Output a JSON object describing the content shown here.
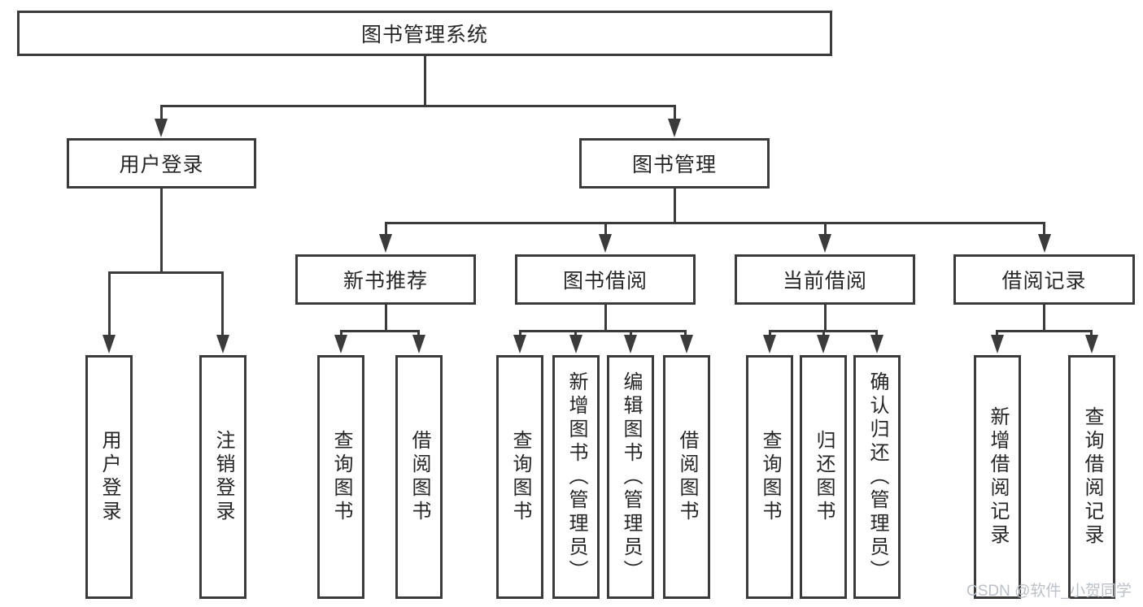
{
  "tree": {
    "root": "图书管理系统",
    "branches": [
      {
        "label": "用户登录",
        "children": [
          "用户登录",
          "注销登录"
        ]
      },
      {
        "label": "图书管理",
        "children": [
          {
            "label": "新书推荐",
            "children": [
              "查询图书",
              "借阅图书"
            ]
          },
          {
            "label": "图书借阅",
            "children": [
              "查询图书",
              "新增图书（管理员）",
              "编辑图书（管理员）",
              "借阅图书"
            ]
          },
          {
            "label": "当前借阅",
            "children": [
              "查询图书",
              "归还图书",
              "确认归还（管理员）"
            ]
          },
          {
            "label": "借阅记录",
            "children": [
              "新增借阅记录",
              "查询借阅记录"
            ]
          }
        ]
      }
    ]
  },
  "watermark": {
    "text": "CSDN @软件_小贺同学"
  },
  "colors": {
    "line": "#3b3b3b",
    "text": "#262626",
    "watermark": "#bcc1c8",
    "background": "#ffffff"
  }
}
